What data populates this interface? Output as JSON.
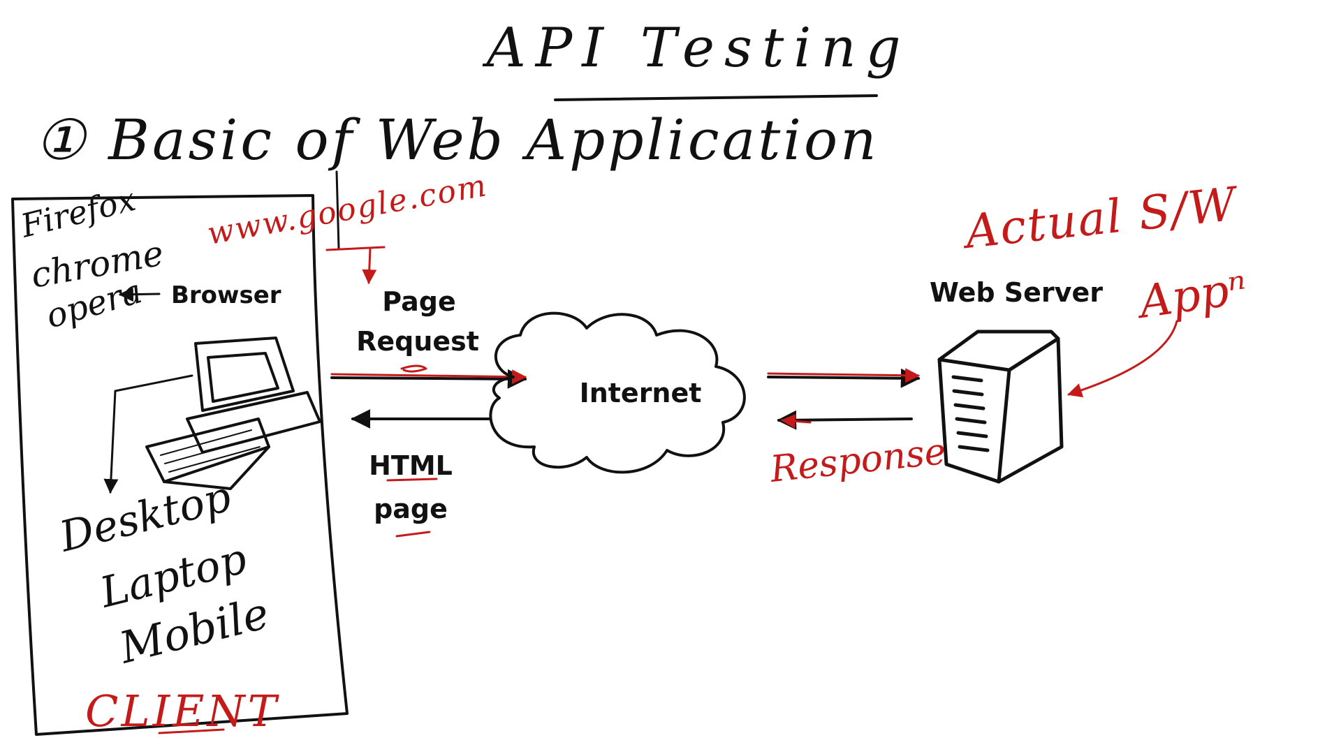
{
  "title": "API Testing",
  "section_heading": "① Basic of Web Application",
  "url_note": "www.google.com",
  "client": {
    "browsers": [
      "Firefox",
      "chrome",
      "opera"
    ],
    "browser_label": "Browser",
    "devices": [
      "Desktop",
      "Laptop",
      "Mobile"
    ],
    "client_label": "CLIENT"
  },
  "request_label_line1": "Page",
  "request_label_line2": "Request",
  "cloud_label": "Internet",
  "response_page_line1": "HTML",
  "response_page_line2": "page",
  "response_label": "Response",
  "server": {
    "label": "Web Server",
    "note_line1": "Actual S/W",
    "note_line2": "Appⁿ"
  },
  "colors": {
    "ink": "#111111",
    "marker_red": "#c41a1a",
    "background": "#ffffff"
  }
}
